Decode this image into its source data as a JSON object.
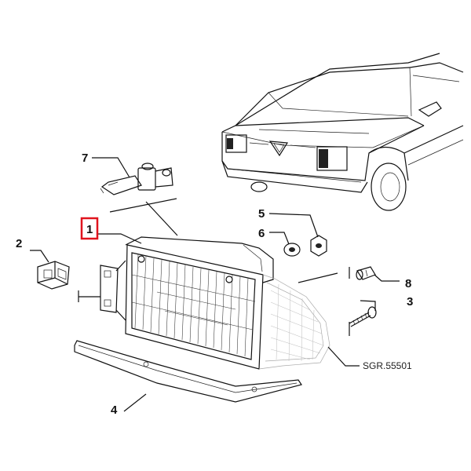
{
  "callouts": {
    "c1": "1",
    "c2": "2",
    "c3": "3",
    "c4": "4",
    "c5": "5",
    "c6": "6",
    "c7": "7",
    "c8": "8"
  },
  "reference_code": "SGR.55501",
  "colors": {
    "line": "#111111",
    "highlight_box": "#e0141e",
    "ghost_part": "#aaaaaa",
    "background": "#ffffff"
  }
}
